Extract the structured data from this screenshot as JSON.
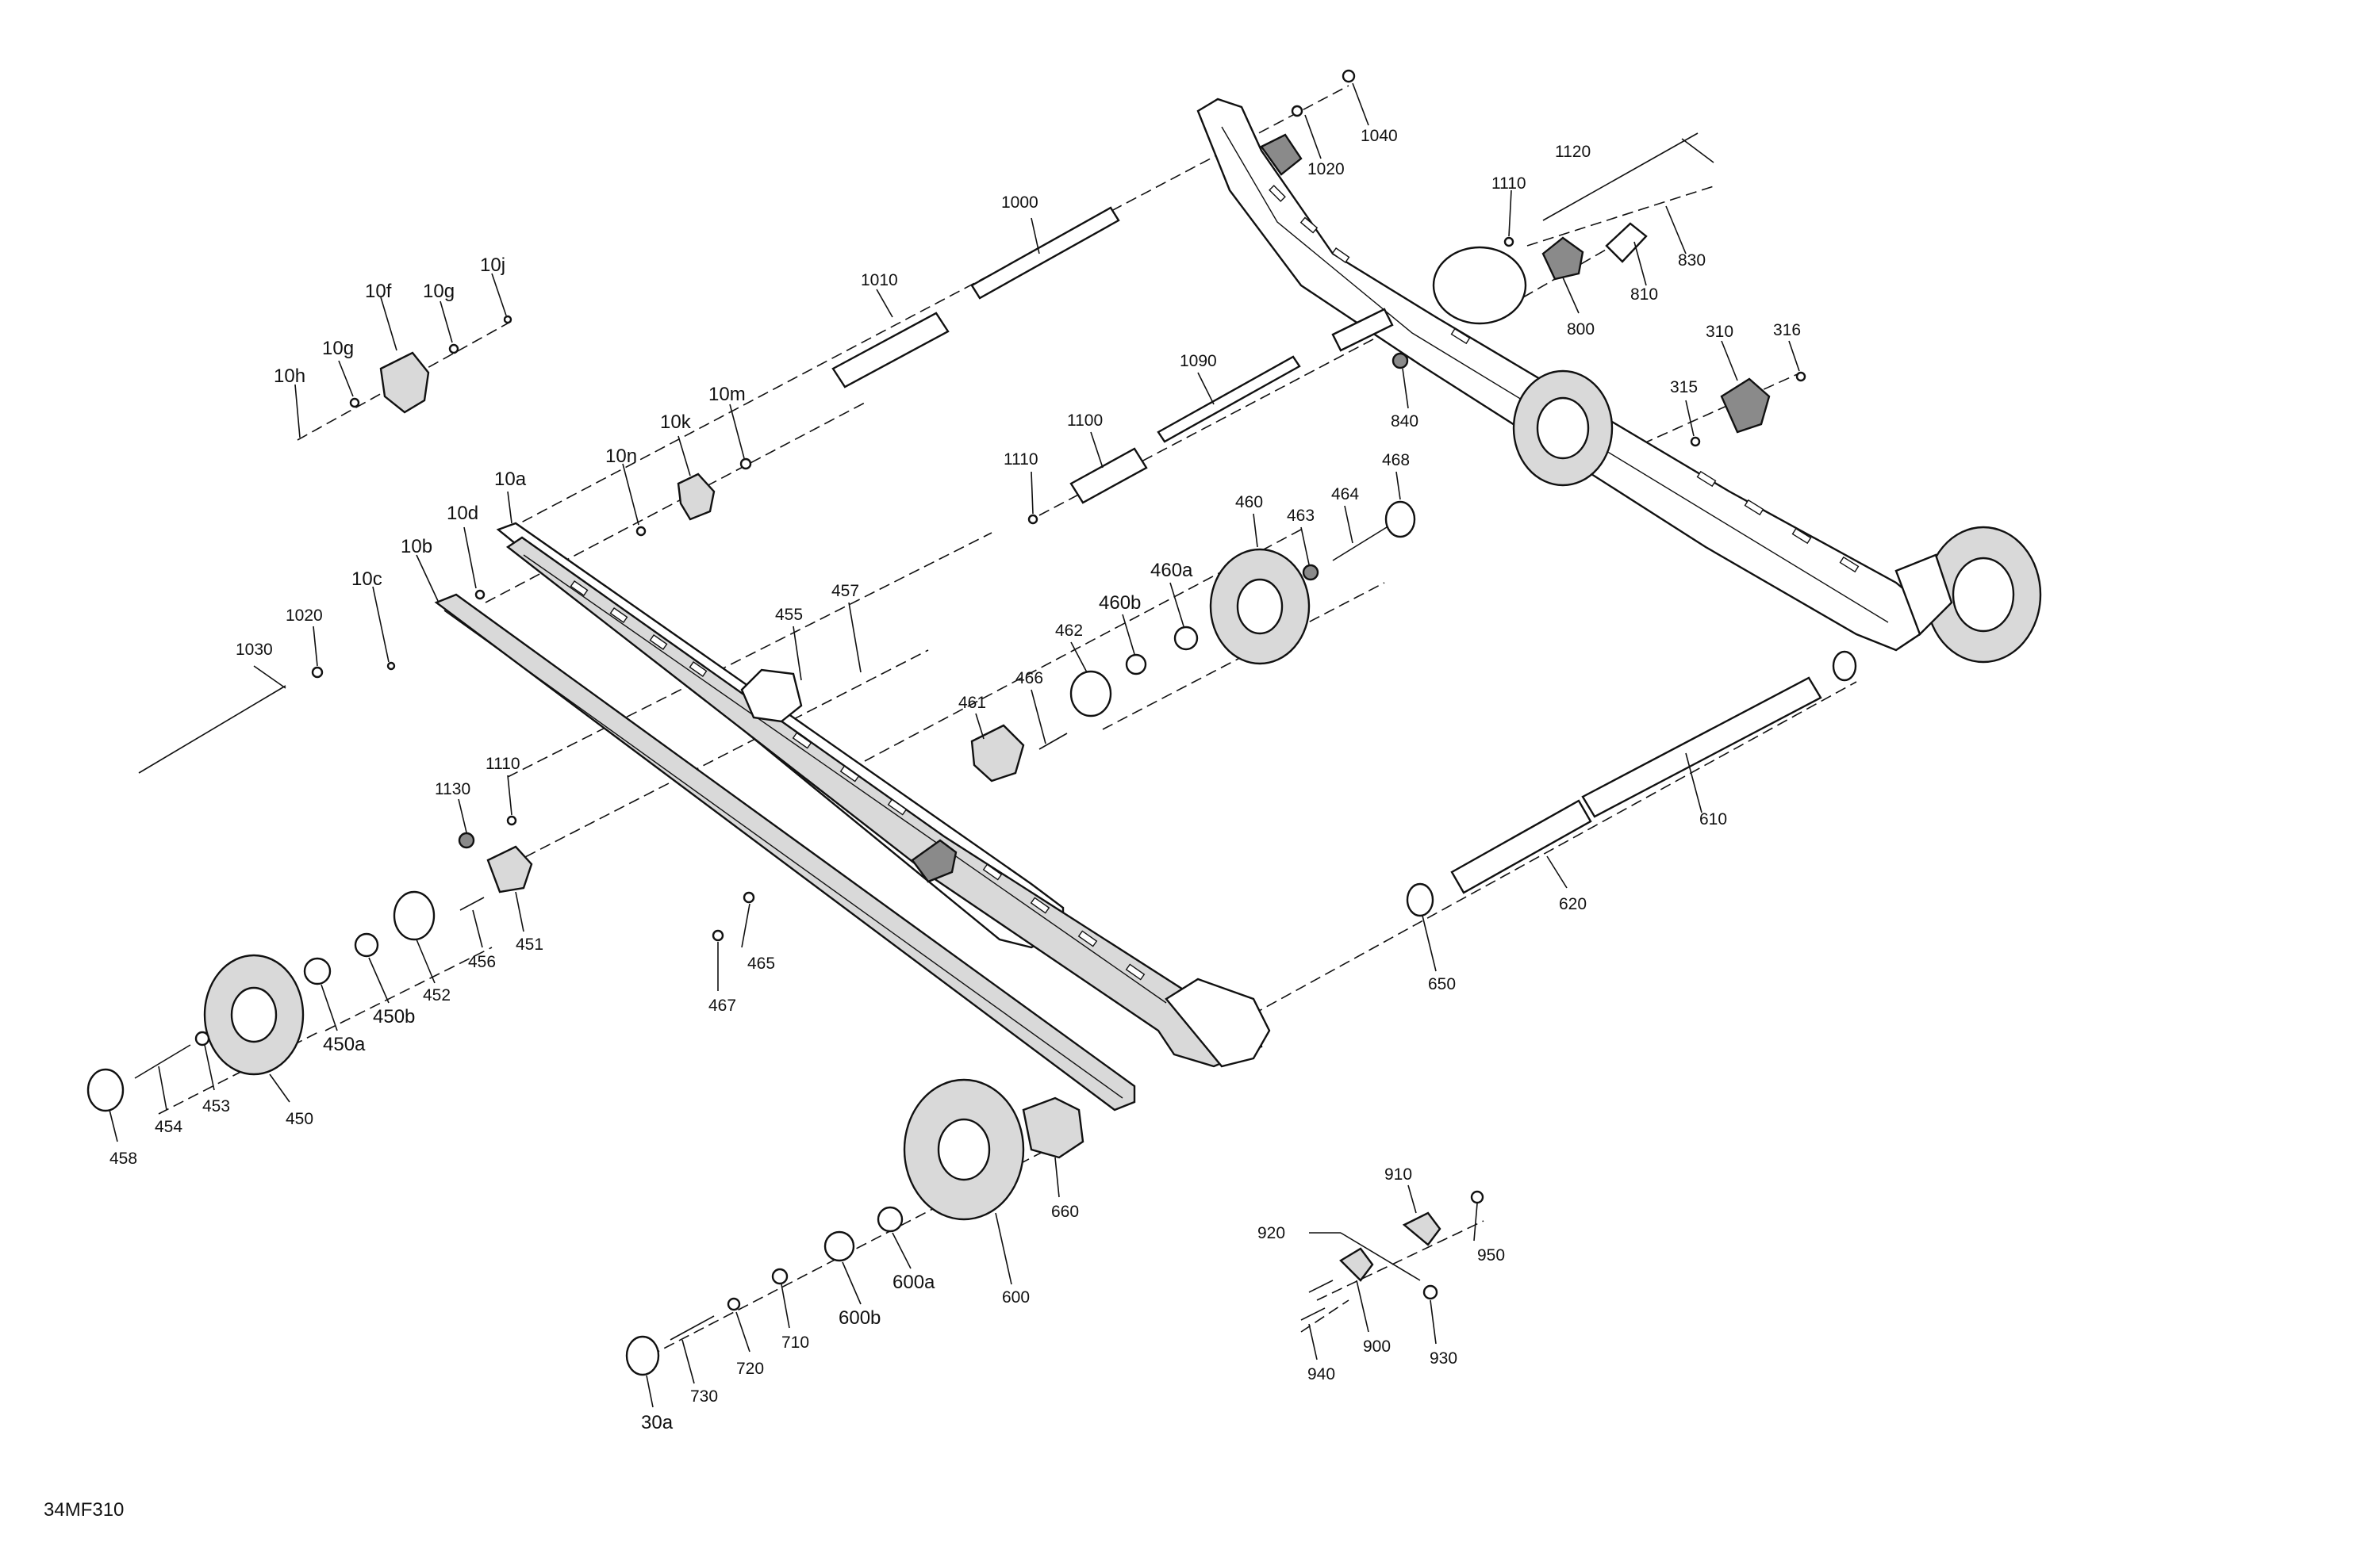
{
  "ref_code": "34MF310",
  "labels": [
    "1040",
    "1020",
    "1000",
    "1010",
    "10f",
    "10g",
    "10j",
    "10g",
    "10h",
    "10m",
    "10k",
    "10n",
    "10a",
    "10d",
    "10b",
    "10c",
    "1020",
    "1030",
    "1110",
    "1120",
    "830",
    "810",
    "800",
    "310",
    "316",
    "315",
    "840",
    "1090",
    "1100",
    "1110",
    "468",
    "464",
    "463",
    "460",
    "460a",
    "460b",
    "462",
    "466",
    "461",
    "455",
    "457",
    "1110",
    "1130",
    "451",
    "456",
    "452",
    "450b",
    "450a",
    "450",
    "453",
    "454",
    "458",
    "465",
    "467",
    "610",
    "620",
    "650",
    "660",
    "600",
    "600a",
    "600b",
    "710",
    "720",
    "730",
    "30a",
    "910",
    "920",
    "950",
    "930",
    "900",
    "940"
  ]
}
